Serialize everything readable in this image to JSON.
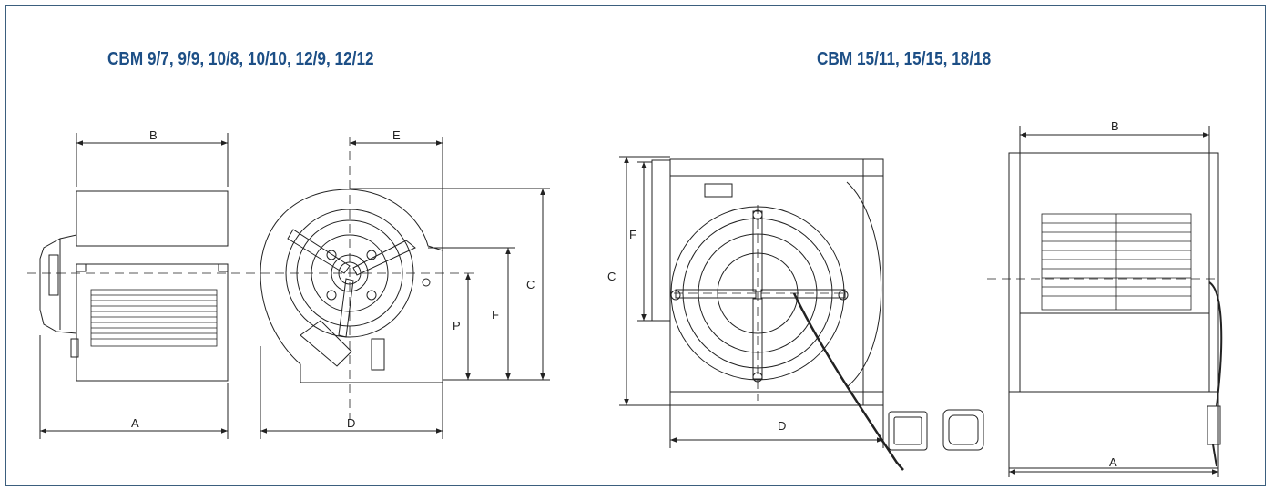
{
  "titles": {
    "left": "CBM 9/7, 9/9, 10/8, 10/10, 12/9, 12/12",
    "right": "CBM 15/11, 15/15, 18/18"
  },
  "dims": {
    "left_side": {
      "B": "B",
      "A": "A"
    },
    "left_front": {
      "E": "E",
      "D": "D",
      "C": "C",
      "F": "F",
      "P": "P"
    },
    "right_front": {
      "F": "F",
      "C": "C",
      "D": "D"
    },
    "right_side": {
      "B": "B",
      "A": "A"
    }
  },
  "colors": {
    "title": "#1d4f86",
    "border": "#3b5f7e",
    "line": "#222222"
  }
}
